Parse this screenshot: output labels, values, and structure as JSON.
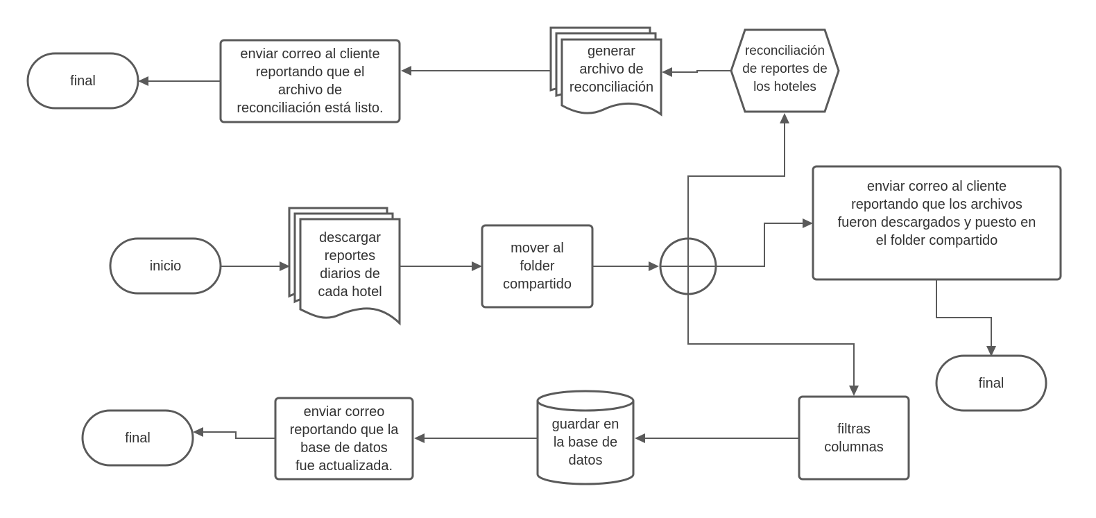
{
  "colors": {
    "stroke": "#5a5a5a",
    "fill": "#ffffff",
    "text": "#333333"
  },
  "nodes": {
    "inicio": "inicio",
    "descargar": "descargar\nreportes\ndiarios de\ncada hotel",
    "mover": "mover al\nfolder\ncompartido",
    "correo_descargados": "enviar correo al cliente\nreportando que los archivos\nfueron descargados y puesto en\nel folder compartido",
    "final_right": "final",
    "reconciliacion": "reconciliación\nde reportes de\nlos hoteles",
    "generar": "generar\narchivo de\nreconciliación",
    "correo_reconciliacion": "enviar correo al cliente\nreportando que el\narchivo de\nreconciliación está listo.",
    "final_top": "final",
    "filtras": "filtras\ncolumnas",
    "guardar": "guardar en\nla base de\ndatos",
    "correo_bd": "enviar correo\nreportando que la\nbase de datos\nfue actualizada.",
    "final_bottom": "final"
  }
}
